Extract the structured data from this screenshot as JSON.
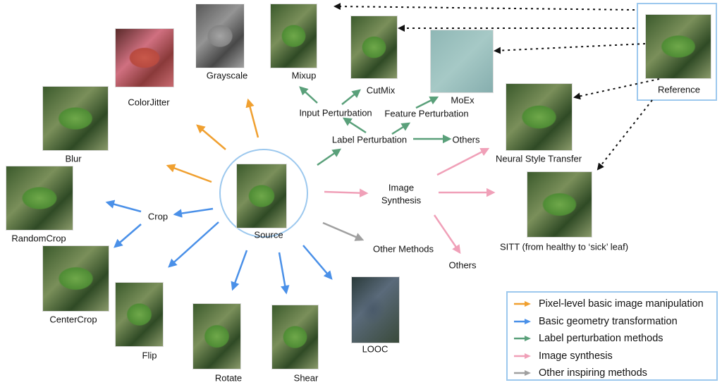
{
  "colors": {
    "pixel": "#f0a030",
    "geometry": "#4a90e8",
    "label": "#5aa07a",
    "synthesis": "#f0a0b8",
    "other": "#a0a0a0",
    "border": "#9cc8ee"
  },
  "nodes": {
    "source": "Source",
    "grayscale": "Grayscale",
    "colorjitter": "ColorJitter",
    "blur": "Blur",
    "crop": "Crop",
    "randomcrop": "RandomCrop",
    "centercrop": "CenterCrop",
    "flip": "Flip",
    "rotate": "Rotate",
    "shear": "Shear",
    "looc": "LOOC",
    "mixup": "Mixup",
    "cutmix": "CutMix",
    "moex": "MoEx",
    "reference": "Reference",
    "input_perturbation": "Input Perturbation",
    "feature_perturbation": "Feature Perturbation",
    "label_perturbation": "Label Perturbation",
    "others_label": "Others",
    "image_synthesis_1": "Image",
    "image_synthesis_2": "Synthesis",
    "other_methods": "Other Methods",
    "others_synthesis": "Others",
    "neural_style": "Neural Style Transfer",
    "sitt": "SITT (from healthy to ‘sick’ leaf)"
  },
  "legend": [
    {
      "label": "Pixel-level basic image manipulation",
      "color": "#f0a030"
    },
    {
      "label": "Basic geometry transformation",
      "color": "#4a90e8"
    },
    {
      "label": "Label perturbation methods",
      "color": "#5aa07a"
    },
    {
      "label": "Image synthesis",
      "color": "#f0a0b8"
    },
    {
      "label": "Other inspiring methods",
      "color": "#a0a0a0"
    }
  ]
}
